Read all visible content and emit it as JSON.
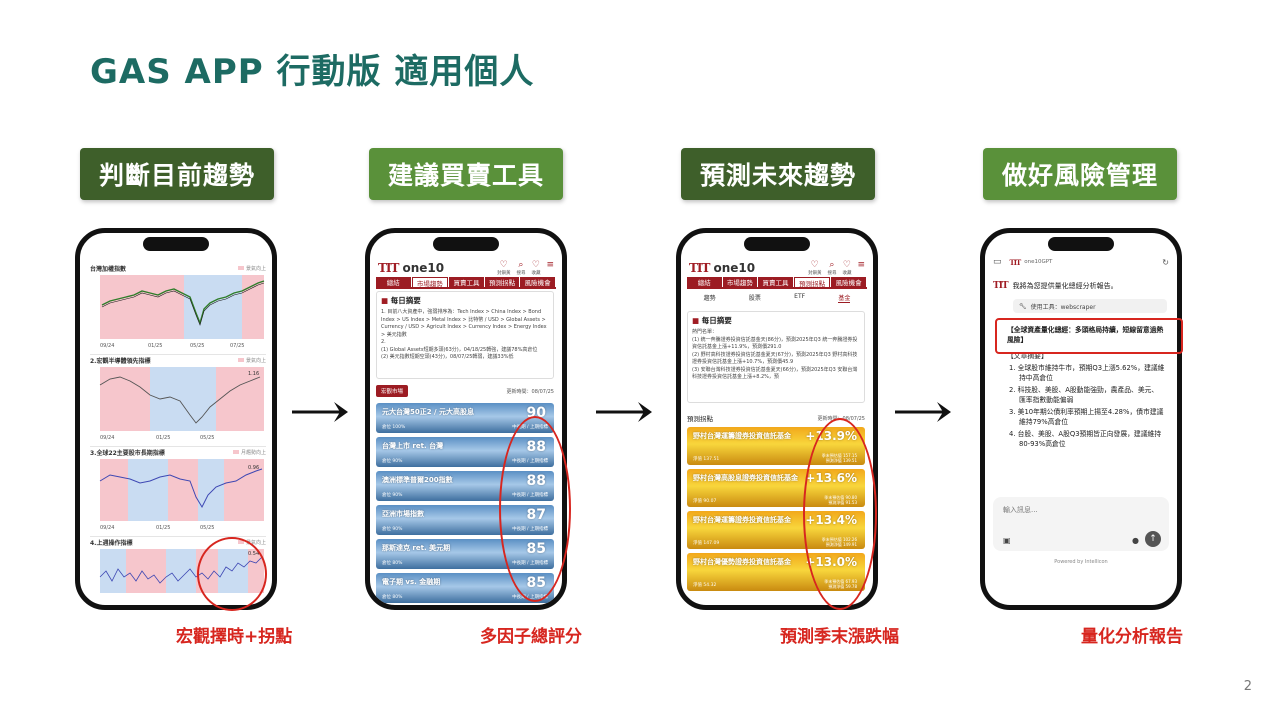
{
  "title": "GAS APP 行動版  適用個人",
  "page_number": "2",
  "sections": [
    {
      "label": "判斷目前趨勢",
      "caption": "宏觀擇時+拐點"
    },
    {
      "label": "建議買賣工具",
      "caption": "多因子總評分"
    },
    {
      "label": "預測未來趨勢",
      "caption": "預測季末漲跌幅"
    },
    {
      "label": "做好風險管理",
      "caption": "量化分析報告"
    }
  ],
  "phone1": {
    "charts": [
      {
        "title": "台灣加權指數",
        "legend": "景氣向上",
        "xticks": [
          "09/24",
          "01/25",
          "05/25",
          "07/25"
        ],
        "last": ""
      },
      {
        "title": "2.宏觀半導體領先指標",
        "legend": "景氣向上",
        "xticks": [
          "09/24",
          "01/25",
          "05/25"
        ],
        "last": "1.16"
      },
      {
        "title": "3.全球22主要股市長期指標",
        "legend": "月趨勢向上",
        "xticks": [
          "09/24",
          "01/25",
          "05/25"
        ],
        "last": "0.96"
      },
      {
        "title": "4.上週操作指標",
        "legend": "景氣向上",
        "xticks": [],
        "last": "0.54"
      }
    ]
  },
  "app": {
    "logo_mark": "TIT",
    "logo_text": "one10",
    "icons": [
      {
        "glyph": "♡",
        "label": "封鎖黃"
      },
      {
        "glyph": "⌕",
        "label": "搜尋"
      },
      {
        "glyph": "♡",
        "label": "收藏"
      }
    ],
    "menu_glyph": "≡"
  },
  "phone2": {
    "tabs": [
      "總結",
      "市場趨勢",
      "買賣工具",
      "預測拐點",
      "風險機會"
    ],
    "active_tab": 1,
    "summary_title": "每日摘要",
    "summary_lines": [
      "1. 目前八大資產中，強弱排序為：Tech Index > China Index > Bond Index > US Index > Metal Index > 比特幣 / USD > Global Assets > Currency / USD > Agricult Index > Currency Index > Energy Index > 美元指數",
      "2.",
      "(1) Global Assets短期多頭(63分)，04/18/25轉強，建議78%高倉位",
      "(2) 美元指數短期空頭(43分)，08/07/25轉弱，建議33%低"
    ],
    "list_badge": "宏觀市場",
    "list_date": "更新時間：08/07/25",
    "tiles": [
      {
        "name": "元大台灣50正2 / 元大高股息",
        "sub": "倉位 100%",
        "score": "90",
        "note": "中長期 / 上期指標"
      },
      {
        "name": "台灣上市 ret. 台灣",
        "sub": "倉位 90%",
        "score": "88",
        "note": "中長期 / 上期指標"
      },
      {
        "name": "澳洲標準普爾200指數",
        "sub": "倉位 90%",
        "score": "88",
        "note": "中長期 / 上期指標"
      },
      {
        "name": "亞洲市場指數",
        "sub": "倉位 90%",
        "score": "87",
        "note": "中長期 / 上期指標"
      },
      {
        "name": "那斯達克 ret. 美元期",
        "sub": "倉位 80%",
        "score": "85",
        "note": "中長期 / 上期指標"
      },
      {
        "name": "電子期 vs. 金融期",
        "sub": "倉位 80%",
        "score": "85",
        "note": "中長期 / 上期指標"
      }
    ]
  },
  "phone3": {
    "tabs": [
      "總結",
      "市場趨勢",
      "買賣工具",
      "預測拐點",
      "風險機會"
    ],
    "active_tab": 3,
    "sub_tabs": [
      "趨勢",
      "股票",
      "ETF",
      "基金"
    ],
    "active_sub": 3,
    "summary_title": "每日摘要",
    "summary_lines": [
      "熱門名單：",
      "(1) 統一奔騰證券投資信託基金天(86分)，預測2025年Q3 統一奔騰證券投資信託基金上漲+11.9%，預測價291.0",
      "(2) 野村高科技證券投資信託基金夏天(67分)，預測2025年Q3 野村高科技證券投資信託基金上漲+10.7%，預測價45.9",
      "(3) 安聯台灣科技證券投資信託基金夏天(66分)，預測2025年Q3 安聯台灣科技證券投資信託基金上漲+8.2%，預"
    ],
    "list_title": "預測拐點",
    "list_date": "更新時間：08/07/25",
    "tiles": [
      {
        "name": "野村台灣運籌證券投資信託基金",
        "sub": "淨值 137.51",
        "pct": "+13.9%",
        "detail1": "季末預估值 157.15",
        "detail2": "預測淨值 139.51"
      },
      {
        "name": "野村台灣高股息證券投資信託基金",
        "sub": "淨值 90.07",
        "pct": "+13.6%",
        "detail1": "季末預估值 90.80",
        "detail2": "預測淨值 91.53"
      },
      {
        "name": "野村台灣運籌證券投資信託基金",
        "sub": "淨值 147.09",
        "pct": "+13.4%",
        "detail1": "季末預估值 102.26",
        "detail2": "預測淨值 149.91"
      },
      {
        "name": "野村台灣優勢證券投資信託基金",
        "sub": "淨值 54.32",
        "pct": "+13.0%",
        "detail1": "季末預估值 67.93",
        "detail2": "預測淨值 59.78"
      }
    ]
  },
  "phone4": {
    "app_name": "one10GPT",
    "logo_mark": "TIT",
    "intro": "我將為您提供量化總經分析報告。",
    "tool_label": "使用工具：webscraper",
    "headline": "【全球資產量化總經：多頭格局持續，短線留意過熱風險】",
    "section_label": "【文章摘要】",
    "points": [
      "1. 全球股市維持牛市，預期Q3上漲5.62%，建議維持中高倉位",
      "2. 科技股、美股、A股動能強勁，農產品、美元、匯率指數動能偏弱",
      "3. 美10年期公債利率預期上揚至4.28%，債市建議維持79%高倉位",
      "4. 台股、美股、A股Q3預期皆正向發展，建議維持80-93%高倉位"
    ],
    "input_placeholder": "輸入訊息...",
    "powered_by": "Powered by Intellicon"
  },
  "colors": {
    "title": "#1d6b63",
    "section": "#3e5f2a",
    "caption": "#d7261f",
    "brand": "#9c1c23"
  }
}
